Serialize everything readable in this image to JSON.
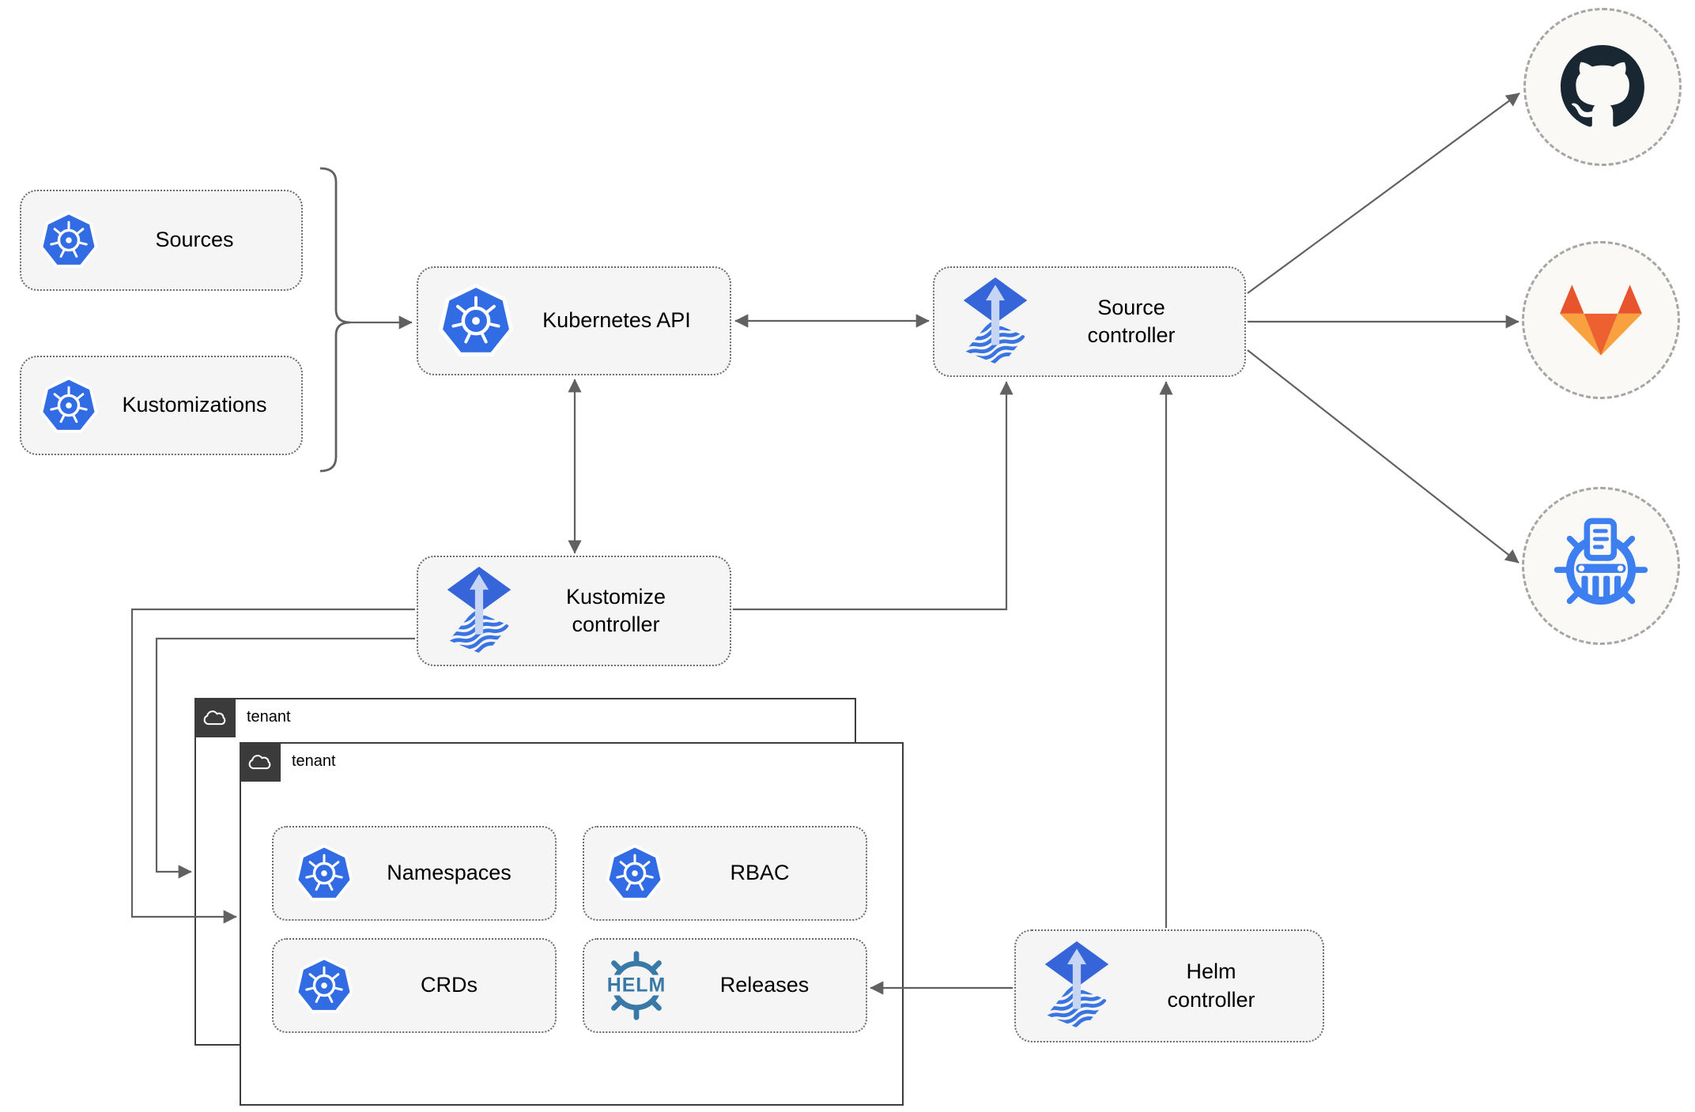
{
  "nodes": {
    "sources": {
      "label": "Sources"
    },
    "kustomizations": {
      "label": "Kustomizations"
    },
    "kubernetes_api": {
      "label": "Kubernetes API"
    },
    "source_controller": {
      "line1": "Source",
      "line2": "controller"
    },
    "kustomize_controller": {
      "line1": "Kustomize",
      "line2": "controller"
    },
    "helm_controller": {
      "line1": "Helm",
      "line2": "controller"
    },
    "tenant_back": {
      "label": "tenant"
    },
    "tenant_front": {
      "label": "tenant"
    },
    "namespaces": {
      "label": "Namespaces"
    },
    "rbac": {
      "label": "RBAC"
    },
    "crds": {
      "label": "CRDs"
    },
    "releases": {
      "label": "Releases",
      "helm_wordmark": "HELM"
    }
  },
  "endpoints": {
    "github": {
      "icon": "github-icon"
    },
    "gitlab": {
      "icon": "gitlab-icon"
    },
    "helm_repository": {
      "icon": "chartmuseum-icon"
    }
  },
  "icons": {
    "kubernetes-icon": "blue heptagon with white ship wheel",
    "flux-icon": "blue diamond with light arrow over wavy diamond",
    "helm-icon": "teal ship wheel with HELM wordmark",
    "cloud-icon": "white outlined cloud on dark tab",
    "github-icon": "dark octocat in ring",
    "gitlab-icon": "orange tanuki fox",
    "chartmuseum-icon": "blue wheel with document and museum columns"
  },
  "edges": [
    {
      "from": "sources-and-kustomizations",
      "to": "kubernetes-api",
      "style": "arrow"
    },
    {
      "from": "kubernetes-api",
      "to": "source-controller",
      "style": "bidirectional"
    },
    {
      "from": "kubernetes-api",
      "to": "kustomize-controller",
      "style": "bidirectional"
    },
    {
      "from": "kustomize-controller",
      "to": "source-controller",
      "style": "arrow"
    },
    {
      "from": "kustomize-controller",
      "to": "tenant-front",
      "style": "arrow"
    },
    {
      "from": "kustomize-controller",
      "to": "tenant-back",
      "style": "arrow"
    },
    {
      "from": "helm-controller",
      "to": "source-controller",
      "style": "arrow"
    },
    {
      "from": "helm-controller",
      "to": "releases",
      "style": "arrow"
    },
    {
      "from": "source-controller",
      "to": "github",
      "style": "arrow"
    },
    {
      "from": "source-controller",
      "to": "gitlab",
      "style": "arrow"
    },
    {
      "from": "source-controller",
      "to": "helm-repository",
      "style": "arrow"
    }
  ],
  "colors": {
    "kubernetes_blue": "#326ce5",
    "flux_blue": "#3565d8",
    "flux_wave_blue": "#3a74e3",
    "flux_arrow_light": "#c6d5f3",
    "helm_teal": "#3879a8",
    "chartmuseum_blue": "#3d7ef0",
    "github_dark": "#182731",
    "gitlab_red": "#e8542e",
    "gitlab_center_orange": "#ec612f",
    "gitlab_amber": "#f9a03f",
    "connector_gray": "#616161",
    "node_fill": "#f5f5f5",
    "tenant_header_dark": "#3b3b3b"
  }
}
